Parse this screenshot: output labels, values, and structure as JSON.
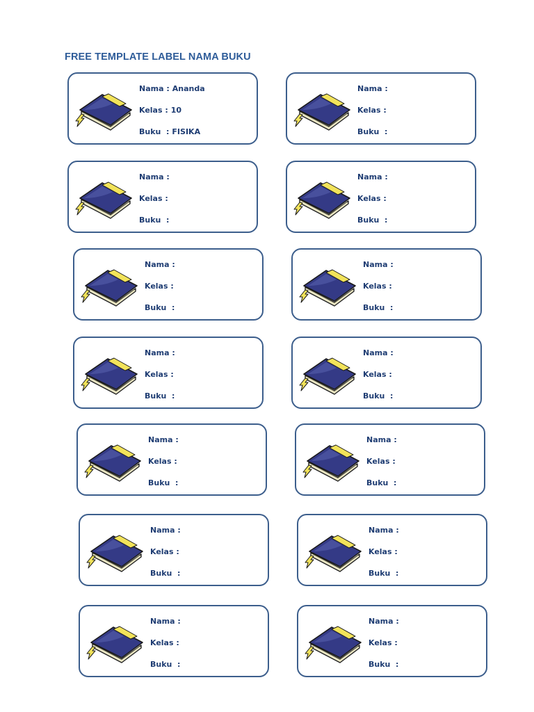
{
  "document": {
    "title": "FREE TEMPLATE LABEL NAMA BUKU"
  },
  "field_labels": {
    "nama": "Nama :",
    "kelas": "Kelas :",
    "buku": "Buku  :"
  },
  "colors": {
    "title": "#2e5c99",
    "border": "#3c5e8c",
    "text": "#1f3d73",
    "book_cover": "#343a86",
    "book_ribbon": "#f2e35a"
  },
  "labels": [
    {
      "nama": "Ananda",
      "kelas": "10",
      "buku": "FISIKA"
    },
    {
      "nama": "",
      "kelas": "",
      "buku": ""
    },
    {
      "nama": "",
      "kelas": "",
      "buku": ""
    },
    {
      "nama": "",
      "kelas": "",
      "buku": ""
    },
    {
      "nama": "",
      "kelas": "",
      "buku": ""
    },
    {
      "nama": "",
      "kelas": "",
      "buku": ""
    },
    {
      "nama": "",
      "kelas": "",
      "buku": ""
    },
    {
      "nama": "",
      "kelas": "",
      "buku": ""
    },
    {
      "nama": "",
      "kelas": "",
      "buku": ""
    },
    {
      "nama": "",
      "kelas": "",
      "buku": ""
    },
    {
      "nama": "",
      "kelas": "",
      "buku": ""
    },
    {
      "nama": "",
      "kelas": "",
      "buku": ""
    },
    {
      "nama": "",
      "kelas": "",
      "buku": ""
    },
    {
      "nama": "",
      "kelas": "",
      "buku": ""
    }
  ],
  "icons": {
    "book": "book-icon"
  }
}
